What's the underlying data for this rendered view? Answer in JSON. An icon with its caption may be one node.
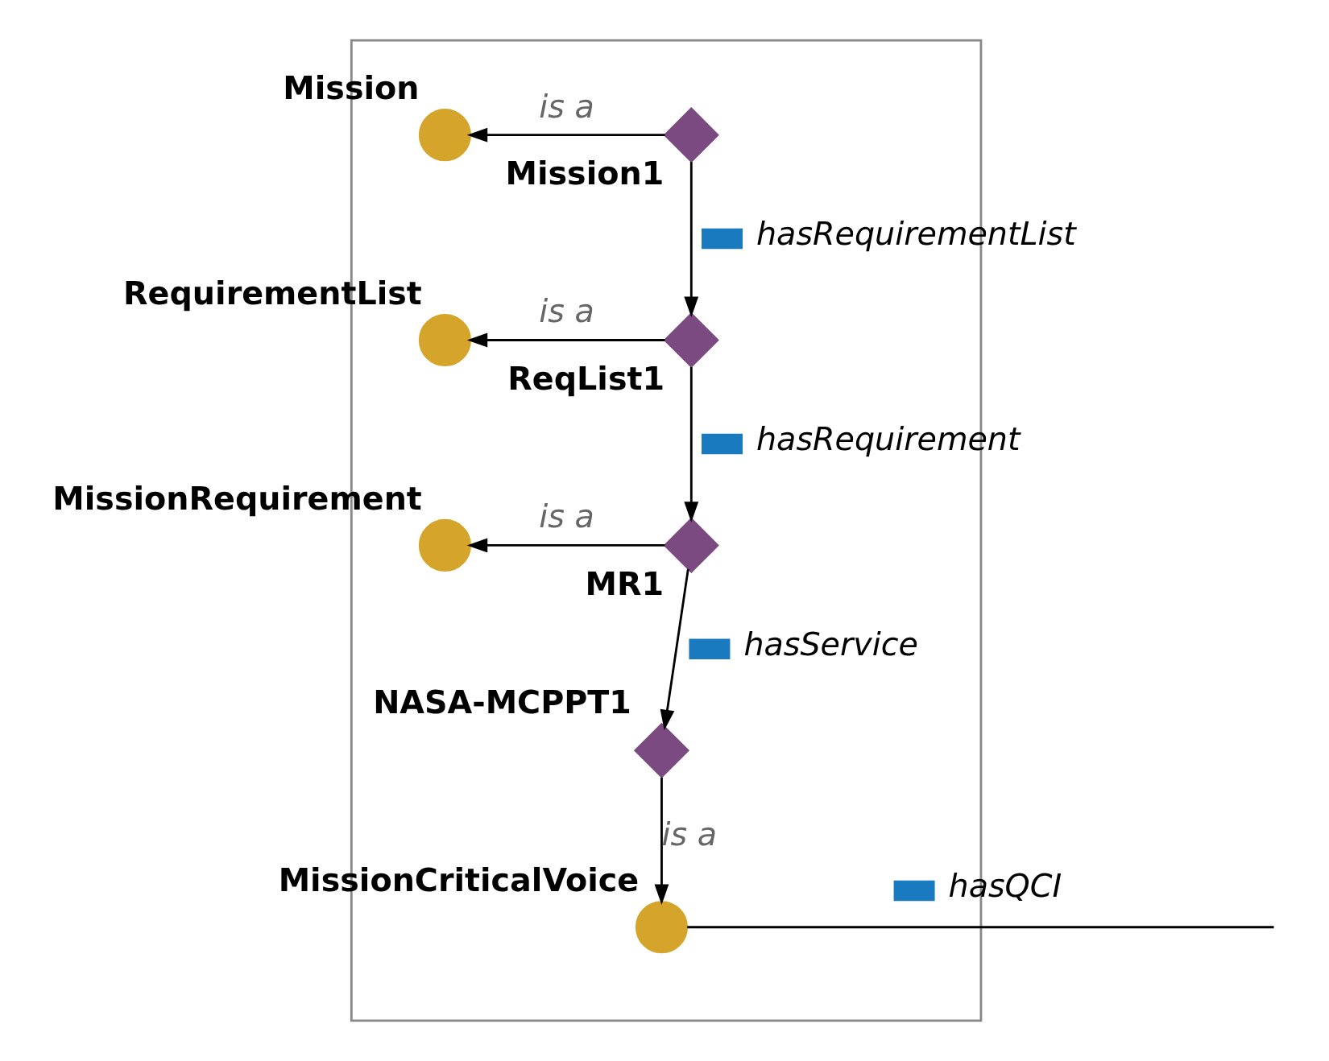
{
  "diagram": {
    "nodes": [
      {
        "text": [],
        "shape": "box"
      },
      {
        "text": [],
        "shape": "circle",
        "beside": [
          "Mission"
        ],
        "in": 0
      },
      {
        "text": [],
        "shape": "diamond",
        "beside": [
          "Mission1"
        ],
        "in": 0
      },
      {
        "text": [],
        "shape": "circle",
        "beside": [
          "RequirementList"
        ],
        "in": 0
      },
      {
        "text": [],
        "shape": "diamond",
        "beside": [
          "ReqList1"
        ],
        "in": 0
      },
      {
        "text": [],
        "shape": "circle",
        "beside": [
          "MissionRequirement"
        ],
        "in": 0
      },
      {
        "text": [],
        "shape": "diamond",
        "beside": [
          "MR1"
        ],
        "in": 0
      },
      {
        "text": [],
        "shape": "diamond",
        "beside": [
          "NASA-MCPPT1"
        ],
        "in": 0
      },
      {
        "text": [],
        "shape": "circle",
        "beside": [
          "MissionCriticalVoice"
        ],
        "in": 0
      }
    ],
    "edges": [
      {
        "from": 2,
        "to": 1,
        "arrow": "to",
        "label": "is a"
      },
      {
        "from": 2,
        "to": 4,
        "arrow": "to",
        "label": "hasRequirementList"
      },
      {
        "from": 4,
        "to": 3,
        "arrow": "to",
        "label": "is a"
      },
      {
        "from": 4,
        "to": 6,
        "arrow": "to",
        "label": "hasRequirement"
      },
      {
        "from": 6,
        "to": 5,
        "arrow": "to",
        "label": "is a"
      },
      {
        "from": 6,
        "to": 7,
        "arrow": "to",
        "label": "hasService"
      },
      {
        "from": 7,
        "to": 8,
        "arrow": "to",
        "label": "is a"
      },
      {
        "from": 8,
        "to": null,
        "arrow": "none",
        "label": "hasQCI"
      }
    ]
  }
}
